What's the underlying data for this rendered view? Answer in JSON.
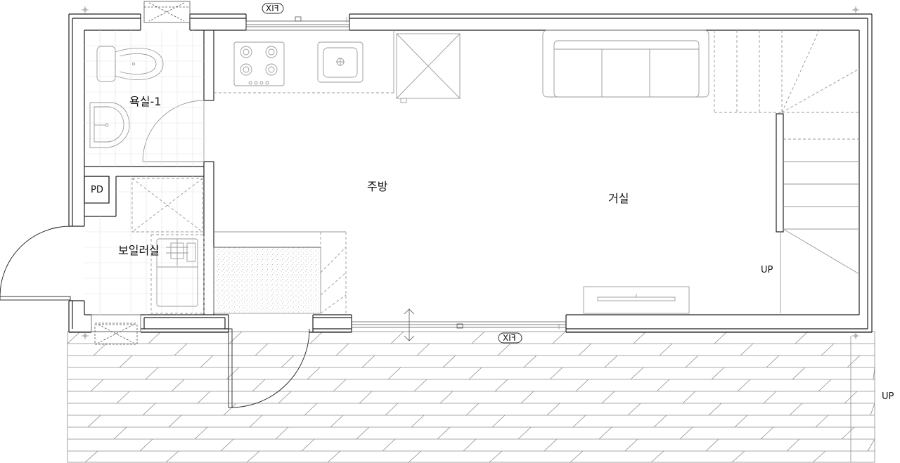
{
  "rooms": {
    "bathroom": "욕실-1",
    "boiler_room": "보일러실",
    "kitchen": "주방",
    "living_room": "거실",
    "pipe_duct": "PD"
  },
  "markers": {
    "up_stairs": "UP",
    "up_deck": "UP",
    "fix_top": "FIX",
    "fix_bottom": "FIX"
  },
  "colors": {
    "wall": "#222222",
    "fixture": "#9a9a9a",
    "hatch": "#b0b0b0",
    "deck": "#8c8c8c"
  }
}
